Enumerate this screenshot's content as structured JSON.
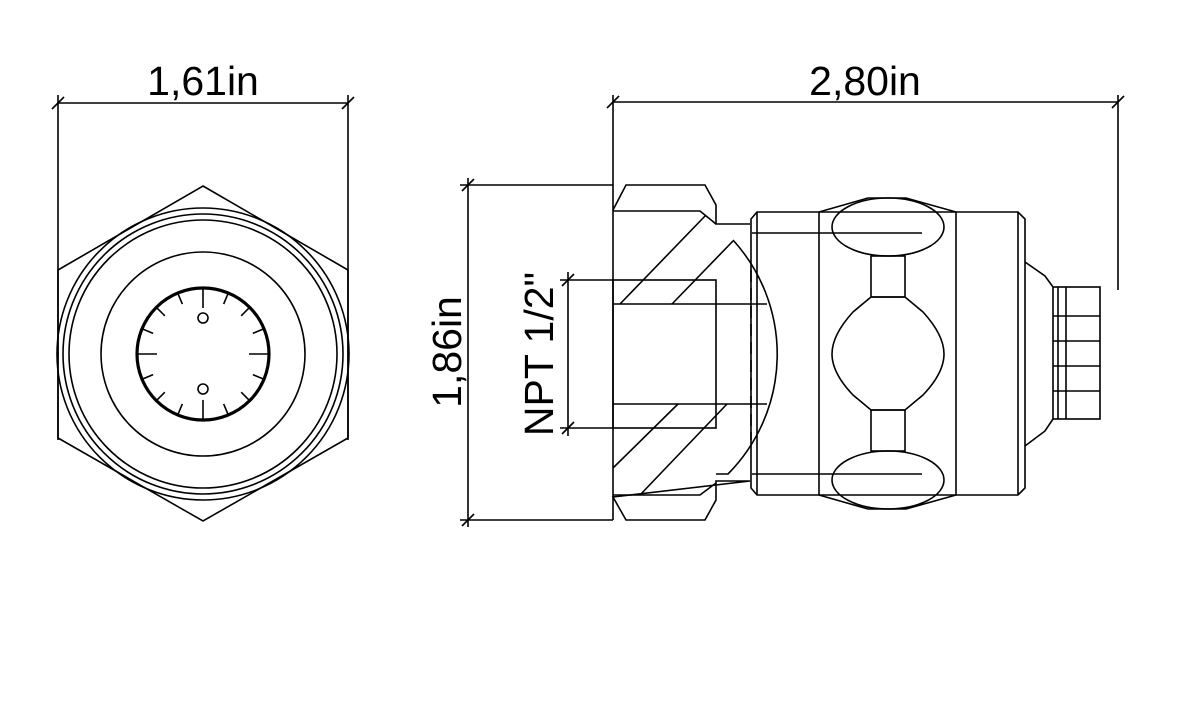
{
  "dimensions": {
    "front_width": "1,61in",
    "side_length": "2,80in",
    "side_height": "1,86in",
    "thread": "NPT 1/2\""
  },
  "colors": {
    "line": "#000000",
    "background": "#ffffff"
  }
}
